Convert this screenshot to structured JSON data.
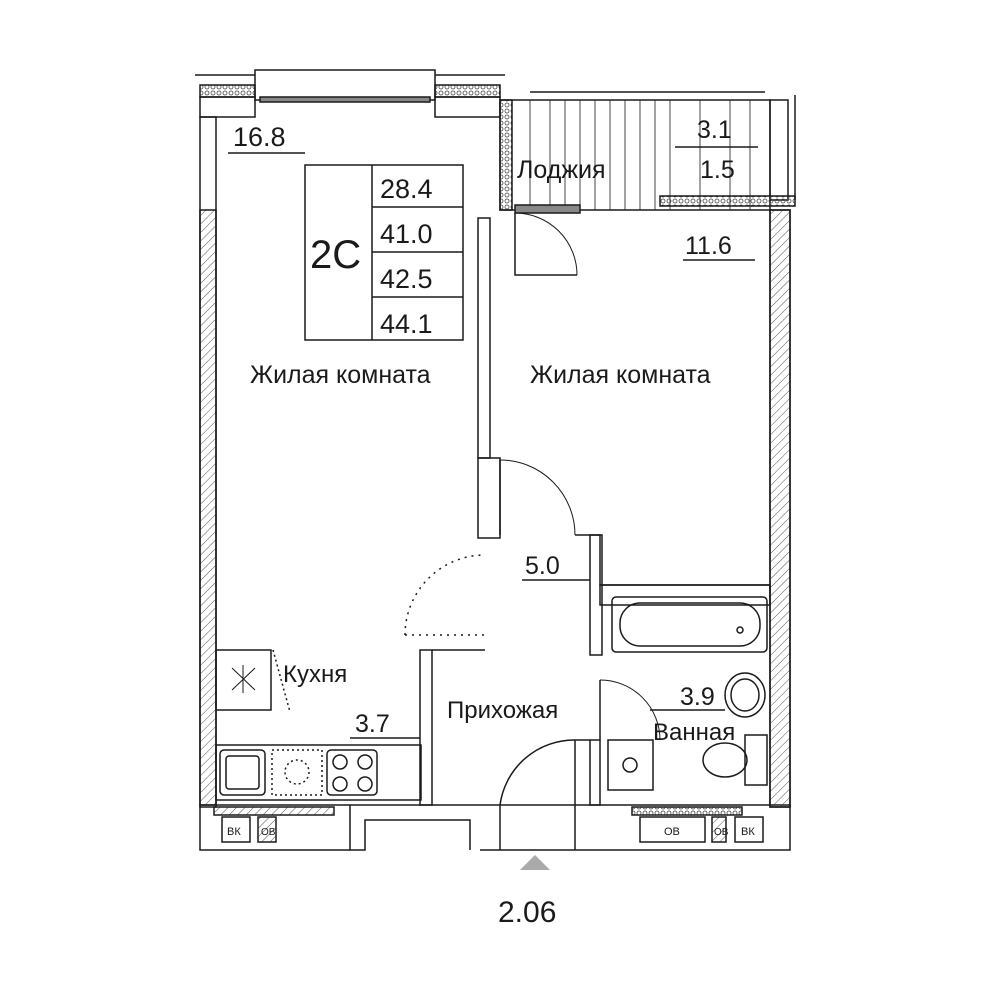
{
  "plan": {
    "type_label": "2С",
    "areas_table": [
      "28.4",
      "41.0",
      "42.5",
      "44.1"
    ],
    "rooms": {
      "living_left": {
        "label": "Жилая комната",
        "area": "16.8"
      },
      "living_right": {
        "label": "Жилая комната",
        "area": "11.6"
      },
      "loggia": {
        "label": "Лоджия",
        "area_top": "3.1",
        "area_bottom": "1.5"
      },
      "kitchen": {
        "label": "Кухня",
        "area": "3.7"
      },
      "hall": {
        "label": "Прихожая",
        "area": "5.0"
      },
      "bathroom": {
        "label": "Ванная",
        "area": "3.9"
      }
    },
    "shaft_labels": {
      "vk": "ВК",
      "ov": "ОВ"
    },
    "entrance_height": "2.06",
    "colors": {
      "line": "#1a1a1a",
      "wall_fill": "#ffffff",
      "hatch": "#555555"
    }
  }
}
